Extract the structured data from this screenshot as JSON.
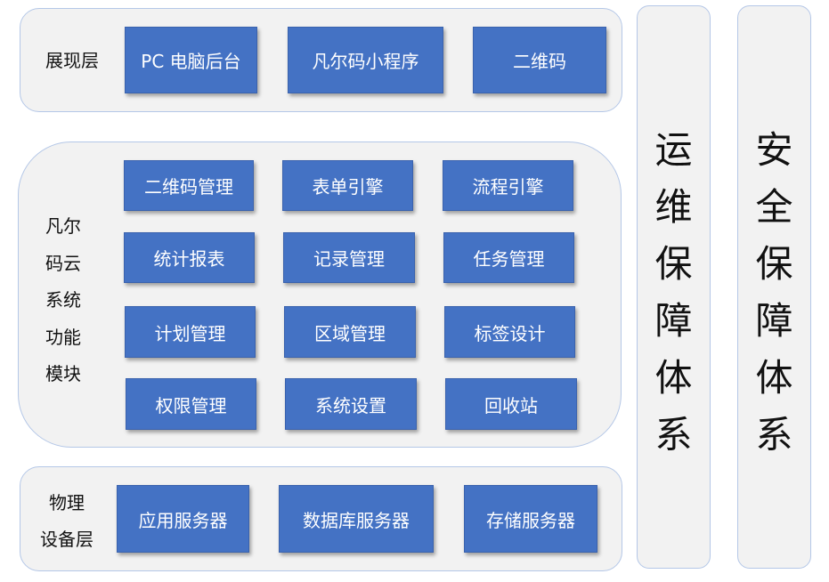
{
  "presentation_layer": {
    "label": "展现层",
    "items": [
      "PC 电脑后台",
      "凡尔码小程序",
      "二维码"
    ]
  },
  "function_layer": {
    "label_lines": [
      "凡尔",
      "码云",
      "系统",
      "功能",
      "模块"
    ],
    "items": [
      "二维码管理",
      "表单引擎",
      "流程引擎",
      "统计报表",
      "记录管理",
      "任务管理",
      "计划管理",
      "区域管理",
      "标签设计",
      "权限管理",
      "系统设置",
      "回收站"
    ]
  },
  "physical_layer": {
    "label_lines": [
      "物理",
      "设备层"
    ],
    "items": [
      "应用服务器",
      "数据库服务器",
      "存储服务器"
    ]
  },
  "side_pillars": {
    "ops": [
      "运",
      "维",
      "保",
      "障",
      "体",
      "系"
    ],
    "security": [
      "安",
      "全",
      "保",
      "障",
      "体",
      "系"
    ]
  },
  "colors": {
    "box_fill": "#4472c4",
    "panel_fill": "#f2f2f2",
    "panel_border": "#b4c7e7"
  }
}
